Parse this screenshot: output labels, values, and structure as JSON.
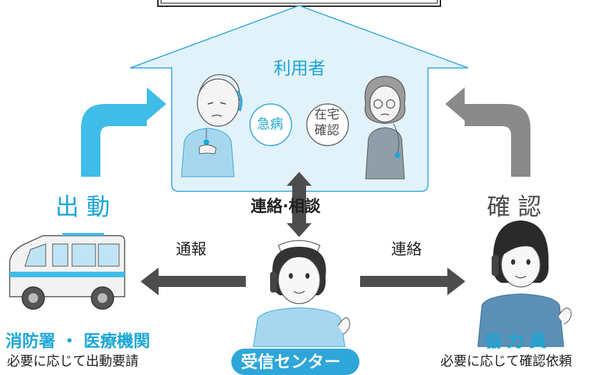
{
  "center_label": "利用者",
  "circle_left": "急病",
  "circle_right_line1": "在宅",
  "circle_right_line2": "確認",
  "label_left_action": "出 動",
  "label_right_action": "確 認",
  "label_center_action": "連絡·相談",
  "label_report": "通報",
  "label_contact": "連絡",
  "left_party_name": "消防署 ・ 医療機関",
  "left_party_note": "必要に応じて出動要請",
  "right_party_name": "協 力 員",
  "right_party_note": "必要に応じて確認依頼",
  "center_party_name": "受信センター",
  "colors": {
    "accent": "#2fa6d9",
    "house_fill": "#e2f2fa",
    "arrow_gray": "#7f7f7f",
    "arrow_dark": "#4a4a4a"
  }
}
